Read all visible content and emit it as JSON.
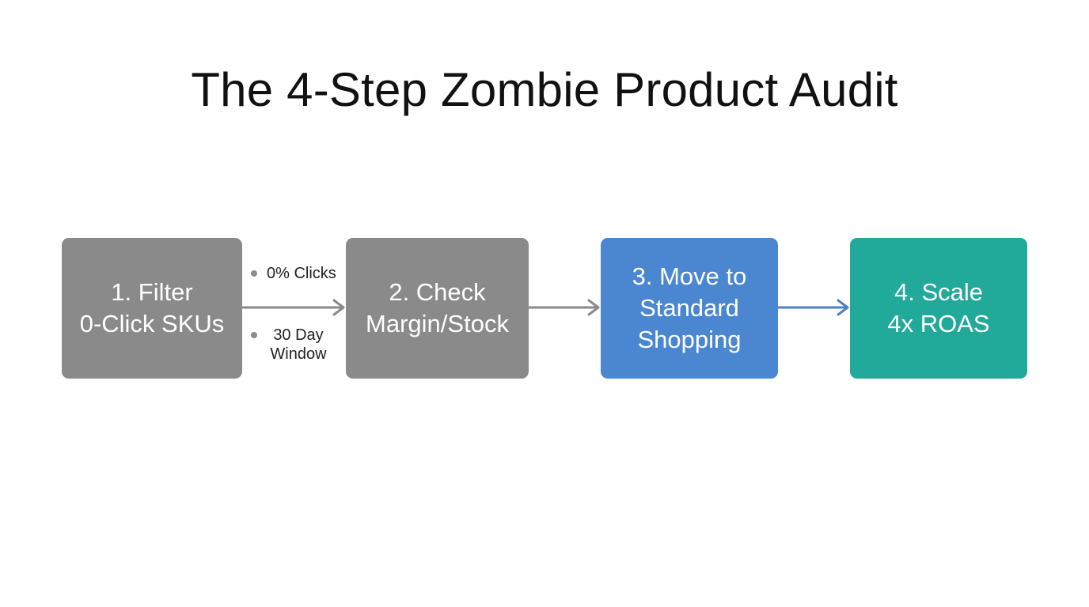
{
  "title": "The 4-Step Zombie Product Audit",
  "colors": {
    "gray_box": "#8a8a8a",
    "blue_box": "#4a87d0",
    "teal_box": "#21a99a",
    "gray_arrow": "#8a8a8a",
    "blue_arrow": "#4a82c4"
  },
  "steps": [
    {
      "label": "1. Filter\n0-Click SKUs",
      "color": "#8a8a8a"
    },
    {
      "label": "2. Check\nMargin/Stock",
      "color": "#8a8a8a"
    },
    {
      "label": "3. Move to\nStandard\nShopping",
      "color": "#4a87d0"
    },
    {
      "label": "4. Scale\n4x ROAS",
      "color": "#21a99a"
    }
  ],
  "notes": [
    "0% Clicks",
    "30 Day\nWindow"
  ]
}
